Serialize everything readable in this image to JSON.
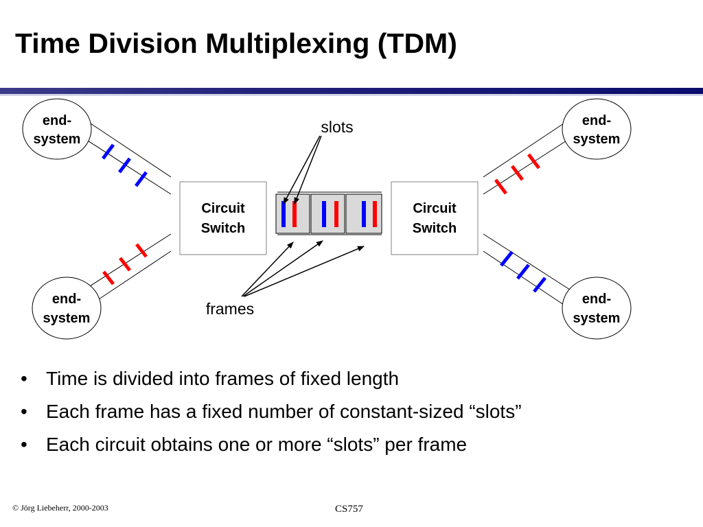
{
  "slide": {
    "title": "Time Division Multiplexing (TDM)"
  },
  "diagram": {
    "end_system_label_line1": "end-",
    "end_system_label_line2": "system",
    "switch_label_line1": "Circuit",
    "switch_label_line2": "Switch",
    "slots_label": "slots",
    "frames_label": "frames",
    "frame_count": 3,
    "slot_colors": [
      "#0000ff",
      "#ff0000"
    ],
    "colors": {
      "blue": "#0000ff",
      "red": "#ff0000",
      "switch_border": "#808080",
      "frame_fill": "#d9d9d9"
    }
  },
  "bullets": [
    "Time is divided into frames of fixed length",
    "Each frame has a fixed number of constant-sized “slots”",
    "Each circuit obtains one or more “slots” per frame"
  ],
  "bullet_symbol": "•",
  "footer": {
    "copyright": "© Jörg Liebeherr, 2000-2003",
    "course": "CS757"
  }
}
